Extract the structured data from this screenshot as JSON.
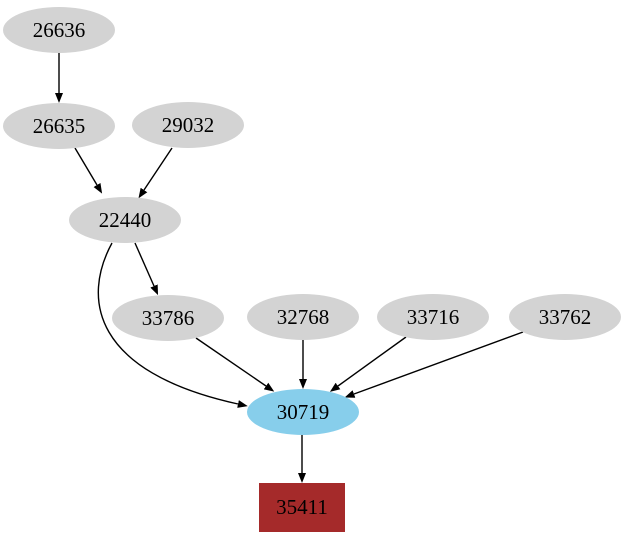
{
  "colors": {
    "node_default": "#d3d3d3",
    "node_highlight": "#87ceeb",
    "node_terminal": "#a52a2a",
    "edge": "#000000",
    "background": "#ffffff",
    "text": "#000000"
  },
  "graph": {
    "nodes": [
      {
        "id": "26636",
        "label": "26636",
        "shape": "ellipse",
        "fill": "#d3d3d3"
      },
      {
        "id": "26635",
        "label": "26635",
        "shape": "ellipse",
        "fill": "#d3d3d3"
      },
      {
        "id": "29032",
        "label": "29032",
        "shape": "ellipse",
        "fill": "#d3d3d3"
      },
      {
        "id": "22440",
        "label": "22440",
        "shape": "ellipse",
        "fill": "#d3d3d3"
      },
      {
        "id": "33786",
        "label": "33786",
        "shape": "ellipse",
        "fill": "#d3d3d3"
      },
      {
        "id": "32768",
        "label": "32768",
        "shape": "ellipse",
        "fill": "#d3d3d3"
      },
      {
        "id": "33716",
        "label": "33716",
        "shape": "ellipse",
        "fill": "#d3d3d3"
      },
      {
        "id": "33762",
        "label": "33762",
        "shape": "ellipse",
        "fill": "#d3d3d3"
      },
      {
        "id": "30719",
        "label": "30719",
        "shape": "ellipse",
        "fill": "#87ceeb"
      },
      {
        "id": "35411",
        "label": "35411",
        "shape": "box",
        "fill": "#a52a2a"
      }
    ],
    "edges": [
      {
        "from": "26636",
        "to": "26635"
      },
      {
        "from": "26635",
        "to": "22440"
      },
      {
        "from": "29032",
        "to": "22440"
      },
      {
        "from": "22440",
        "to": "33786"
      },
      {
        "from": "22440",
        "to": "30719"
      },
      {
        "from": "33786",
        "to": "30719"
      },
      {
        "from": "32768",
        "to": "30719"
      },
      {
        "from": "33716",
        "to": "30719"
      },
      {
        "from": "33762",
        "to": "30719"
      },
      {
        "from": "30719",
        "to": "35411"
      }
    ]
  }
}
